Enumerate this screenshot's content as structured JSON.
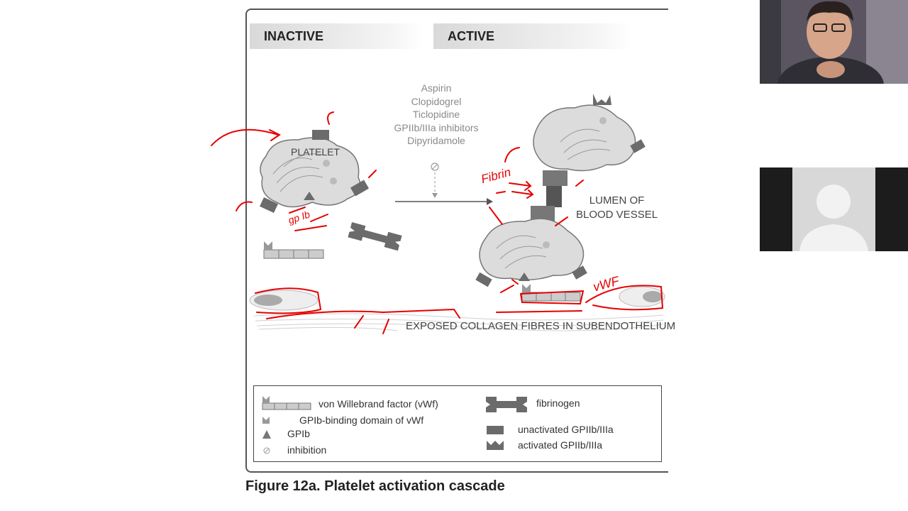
{
  "figure": {
    "header_inactive": "INACTIVE",
    "header_active": "ACTIVE",
    "inhibitors": [
      "Aspirin",
      "Clopidogrel",
      "Ticlopidine",
      "GPIIb/IIIa inhibitors",
      "Dipyridamole"
    ],
    "platelet_label": "PLATELET",
    "lumen_label_line1": "LUMEN OF",
    "lumen_label_line2": "BLOOD VESSEL",
    "collagen_label": "EXPOSED COLLAGEN FIBRES IN SUBENDOTHELIUM",
    "caption": "Figure 12a. Platelet activation cascade"
  },
  "legend": {
    "vwf": "von Willebrand factor (vWf)",
    "gpib_binding": "GPIb-binding domain of vWf",
    "gpib": "GPIb",
    "inhibition": "inhibition",
    "fibrinogen": "fibrinogen",
    "unactivated": "unactivated GPIIb/IIIa",
    "activated": "activated GPIIb/IIIa"
  },
  "annotations": {
    "fibrin": "Fibrin",
    "gp1b": "gp Ib",
    "vwf": "vWF",
    "ink_color": "#e60000"
  },
  "colors": {
    "platelet_fill": "#dcdcdc",
    "receptor": "#6b6b6b",
    "frame": "#555555"
  }
}
